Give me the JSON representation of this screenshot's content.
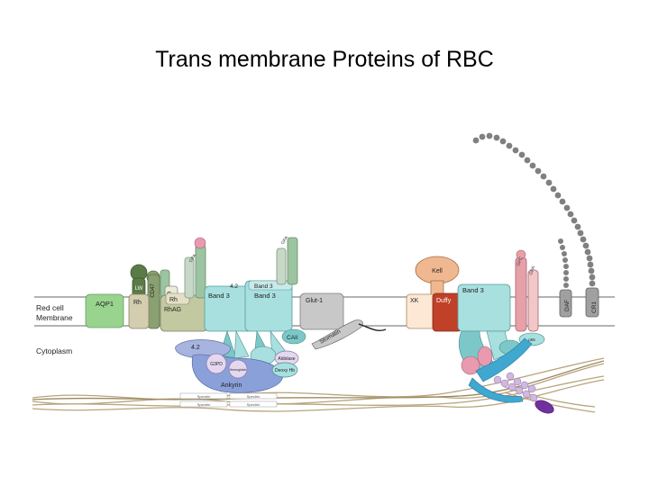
{
  "title": "Trans membrane Proteins of RBC",
  "regions": {
    "membrane": [
      "Red cell",
      "Membrane"
    ],
    "cytoplasm": "Cytoplasm"
  },
  "proteins": {
    "aqp1": "AQP1",
    "lw": "LW",
    "cd47": "CD47",
    "rh": "Rh",
    "g": "G",
    "rh_in_complex": "Rh",
    "rhag": "RhAG",
    "band3_a": "Band 3",
    "band3_b": "Band 3",
    "band3_top_a": "4.2",
    "band3_top_b": "Band 3",
    "glut1": "Glut-1",
    "cai": "CAII",
    "stomatin": "Stomatin",
    "protein_42": "4.2",
    "g3pd": "G3PD",
    "hemoglobin": "Hemoglobin",
    "aldolase": "Aldolase",
    "deoxy_hb": "Deoxy Hb",
    "ankyrin": "Ankyrin",
    "kell": "Kell",
    "xk": "XK",
    "duffy": "Duffy",
    "band3_right": "Band 3",
    "daf": "DAF",
    "cr1": "CR1",
    "gpa": "GPA",
    "gpc": "GPC",
    "p55": "p55",
    "protein41": "4.1",
    "spectrin": "Spectrin"
  },
  "colors": {
    "aqp1": "#98d48e",
    "lw": "#5a7a48",
    "cd47": "#8aa070",
    "rh": "#d4cdb0",
    "rhag": "#c2c8a0",
    "band3": "#a8e0e0",
    "band3_dark": "#7cc8c8",
    "glycophorin": "#9cc4a0",
    "glut1": "#c8c8c8",
    "ankyrin": "#8aa0d8",
    "protein42": "#a8b4e0",
    "kell": "#f0b890",
    "xk": "#fce8d4",
    "duffy": "#c04028",
    "daf_cr1": "#a0a0a0",
    "pink": "#e89ab0",
    "beads": "#808080",
    "junction_blue": "#40a8d0",
    "lavender": "#d0b8e0",
    "purple": "#7030a0",
    "membrane_line": "#9a9a9a",
    "spectrin": "#c8b890"
  }
}
